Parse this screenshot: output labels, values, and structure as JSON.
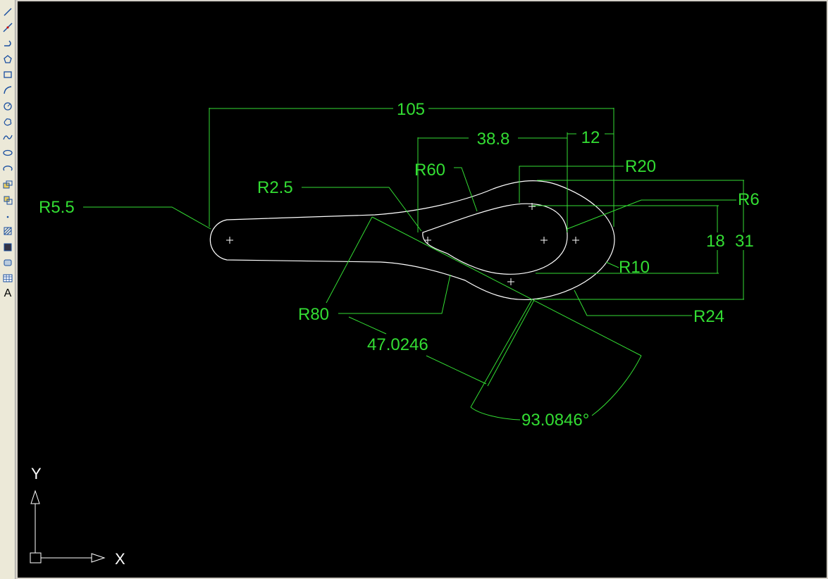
{
  "toolbar": {
    "tools": [
      {
        "name": "line-tool",
        "icon": "line-icon"
      },
      {
        "name": "construction-line-tool",
        "icon": "construction-line-icon"
      },
      {
        "name": "polyline-tool",
        "icon": "polyline-icon"
      },
      {
        "name": "polygon-tool",
        "icon": "polygon-icon"
      },
      {
        "name": "rectangle-tool",
        "icon": "rectangle-icon"
      },
      {
        "name": "arc-tool",
        "icon": "arc-icon"
      },
      {
        "name": "circle-tool",
        "icon": "circle-icon"
      },
      {
        "name": "revision-cloud-tool",
        "icon": "cloud-icon"
      },
      {
        "name": "spline-tool",
        "icon": "spline-icon"
      },
      {
        "name": "ellipse-tool",
        "icon": "ellipse-icon"
      },
      {
        "name": "ellipse-arc-tool",
        "icon": "ellipse-arc-icon"
      },
      {
        "name": "insert-block-tool",
        "icon": "insert-block-icon"
      },
      {
        "name": "make-block-tool",
        "icon": "make-block-icon"
      },
      {
        "name": "point-tool",
        "icon": "point-icon"
      },
      {
        "name": "hatch-tool",
        "icon": "hatch-icon"
      },
      {
        "name": "gradient-tool",
        "icon": "gradient-icon"
      },
      {
        "name": "region-tool",
        "icon": "region-icon"
      },
      {
        "name": "table-tool",
        "icon": "table-icon"
      },
      {
        "name": "multiline-text-tool",
        "icon": "text-icon",
        "label": "A"
      }
    ]
  },
  "drawing": {
    "colors": {
      "background": "#000000",
      "geometry": "#ffffff",
      "dimension": "#33dd33"
    },
    "dimensions": {
      "d105": "105",
      "d38_8": "38.8",
      "d12": "12",
      "r60": "R60",
      "r20": "R20",
      "r2_5": "R2.5",
      "r6": "R6",
      "r5_5": "R5.5",
      "d18": "18",
      "d31": "31",
      "r10": "R10",
      "r80": "R80",
      "r24": "R24",
      "d47": "47.0246",
      "angle": "93.0846°"
    },
    "ucs": {
      "x_label": "X",
      "y_label": "Y"
    }
  }
}
